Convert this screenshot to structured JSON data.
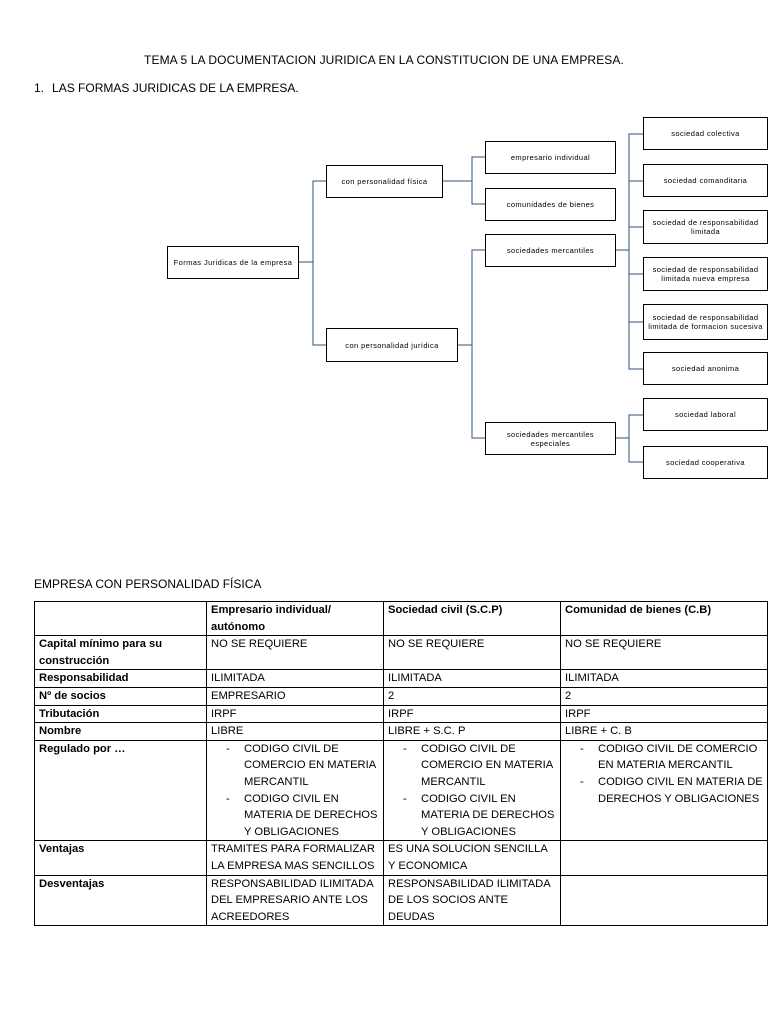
{
  "document": {
    "title": "TEMA 5 LA DOCUMENTACION JURIDICA EN LA CONSTITUCION DE UNA EMPRESA.",
    "section": {
      "number": "1.",
      "text": "LAS FORMAS JURIDICAS DE LA EMPRESA",
      "suffix": "."
    }
  },
  "diagram": {
    "root": "Formas Juridicas de la empresa",
    "fisica": "con personalidad física",
    "juridica": "con personalidad jurídica",
    "empresario": "empresario individual",
    "comunidades": "comunidades de bienes",
    "mercantiles": "sociedades mercantiles",
    "especiales": "sociedades mercantiles especiales",
    "colectiva": "sociedad colectiva",
    "comanditaria": "sociedad comanditaria",
    "srl": "sociedad de responsabilidad limitada",
    "srl_nueva": "sociedad de responsabilidad limitada nueva empresa",
    "srl_formacion": "sociedad de responsabilidad limitada de formacion sucesiva",
    "anonima": "sociedad anonima",
    "laboral": "sociedad laboral",
    "cooperativa": "sociedad cooperativa"
  },
  "table": {
    "caption": "EMPRESA CON PERSONALIDAD FÍSICA",
    "headers": [
      "",
      "Empresario individual/ autónomo",
      "Sociedad civil (S.C.P)",
      "Comunidad de bienes (C.B)"
    ],
    "rows": {
      "capital": [
        "Capital mínimo para su construcción",
        "NO SE REQUIERE",
        "NO SE REQUIERE",
        "NO SE REQUIERE"
      ],
      "responsabilidad": [
        "Responsabilidad",
        "ILIMITADA",
        "ILIMITADA",
        "ILIMITADA"
      ],
      "socios": [
        "Nº de socios",
        "EMPRESARIO",
        "2",
        "2"
      ],
      "tributacion": [
        "Tributación",
        "IRPF",
        "IRPF",
        "IRPF"
      ],
      "nombre": [
        "Nombre",
        "LIBRE",
        "LIBRE + S.C. P",
        "LIBRE + C. B"
      ],
      "regulado": {
        "label": "Regulado por …",
        "items": [
          "CODIGO CIVIL DE COMERCIO EN MATERIA MERCANTIL",
          "CODIGO CIVIL EN MATERIA DE DERECHOS Y OBLIGACIONES"
        ]
      },
      "ventajas": [
        "Ventajas",
        "TRAMITES PARA FORMALIZAR LA EMPRESA MAS SENCILLOS",
        "ES UNA SOLUCION SENCILLA Y ECONOMICA",
        ""
      ],
      "desventajas": [
        "Desventajas",
        "RESPONSABILIDAD ILIMITADA DEL EMPRESARIO ANTE LOS ACREEDORES",
        "RESPONSABILIDAD ILIMITADA DE LOS SOCIOS ANTE DEUDAS",
        ""
      ]
    }
  }
}
